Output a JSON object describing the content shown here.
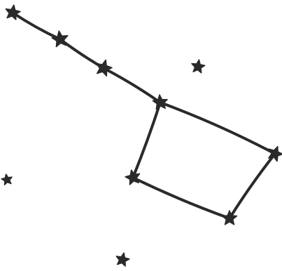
{
  "diagram": {
    "type": "star-constellation-sketch",
    "background_color": "#ffffff",
    "ink_color": "#2a2a2a",
    "stars": [
      {
        "id": "star-1",
        "connected": true
      },
      {
        "id": "star-2",
        "connected": true
      },
      {
        "id": "star-3",
        "connected": true
      },
      {
        "id": "star-4",
        "connected": true
      },
      {
        "id": "star-5",
        "connected": true
      },
      {
        "id": "star-6",
        "connected": true
      },
      {
        "id": "star-7",
        "connected": true
      },
      {
        "id": "star-8",
        "connected": false
      },
      {
        "id": "star-9",
        "connected": false
      },
      {
        "id": "star-10",
        "connected": false
      }
    ],
    "connections": [
      [
        "star-1",
        "star-2"
      ],
      [
        "star-2",
        "star-3"
      ],
      [
        "star-3",
        "star-4"
      ],
      [
        "star-4",
        "star-5"
      ],
      [
        "star-5",
        "star-6"
      ],
      [
        "star-6",
        "star-7"
      ],
      [
        "star-7",
        "star-4"
      ]
    ]
  }
}
